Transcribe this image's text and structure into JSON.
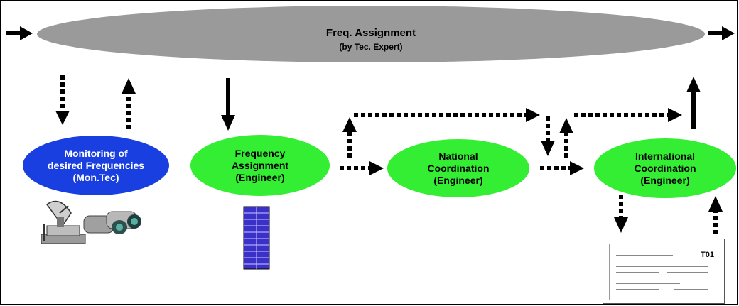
{
  "top_process": {
    "title": "Freq. Assignment",
    "subtitle": "(by Tec. Expert)"
  },
  "nodes": [
    {
      "id": "monitoring",
      "lines": [
        "Monitoring of",
        "desired Frequencies",
        "(Mon.Tec)"
      ],
      "color": "#1a3fe0"
    },
    {
      "id": "freq-assignment",
      "lines": [
        "Frequency",
        "Assignment",
        "(Engineer)"
      ],
      "color": "#33ee33"
    },
    {
      "id": "national",
      "lines": [
        "National",
        "Coordination",
        "(Engineer)"
      ],
      "color": "#33ee33"
    },
    {
      "id": "international",
      "lines": [
        "International",
        "Coordination",
        "(Engineer)"
      ],
      "color": "#33ee33"
    }
  ],
  "top_ellipse_color": "#9a9a9a",
  "document": {
    "code": "T01"
  },
  "icons": [
    "satellite-dish-icon",
    "binoculars-icon",
    "database-table-icon",
    "form-document-icon"
  ]
}
